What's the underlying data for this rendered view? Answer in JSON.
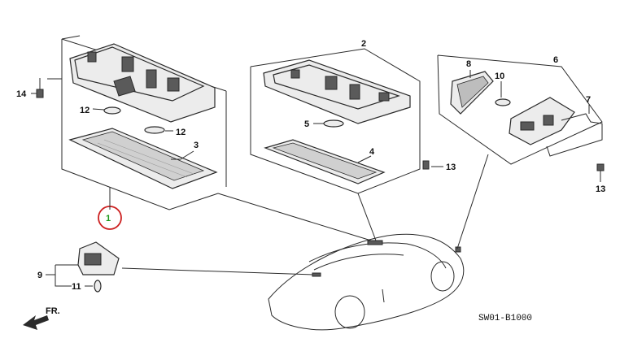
{
  "callouts": {
    "c1": "1",
    "c2": "2",
    "c3": "3",
    "c4": "4",
    "c5": "5",
    "c6": "6",
    "c7": "7",
    "c8": "8",
    "c9": "9",
    "c10": "10",
    "c11": "11",
    "c12a": "12",
    "c12b": "12",
    "c13a": "13",
    "c13b": "13",
    "c14": "14"
  },
  "front_arrow_label": "FR.",
  "diagram_code": "SW01-B1000",
  "highlight": {
    "callout": "1",
    "color": "#cc1f1f",
    "label_color": "#1a9a1a"
  }
}
